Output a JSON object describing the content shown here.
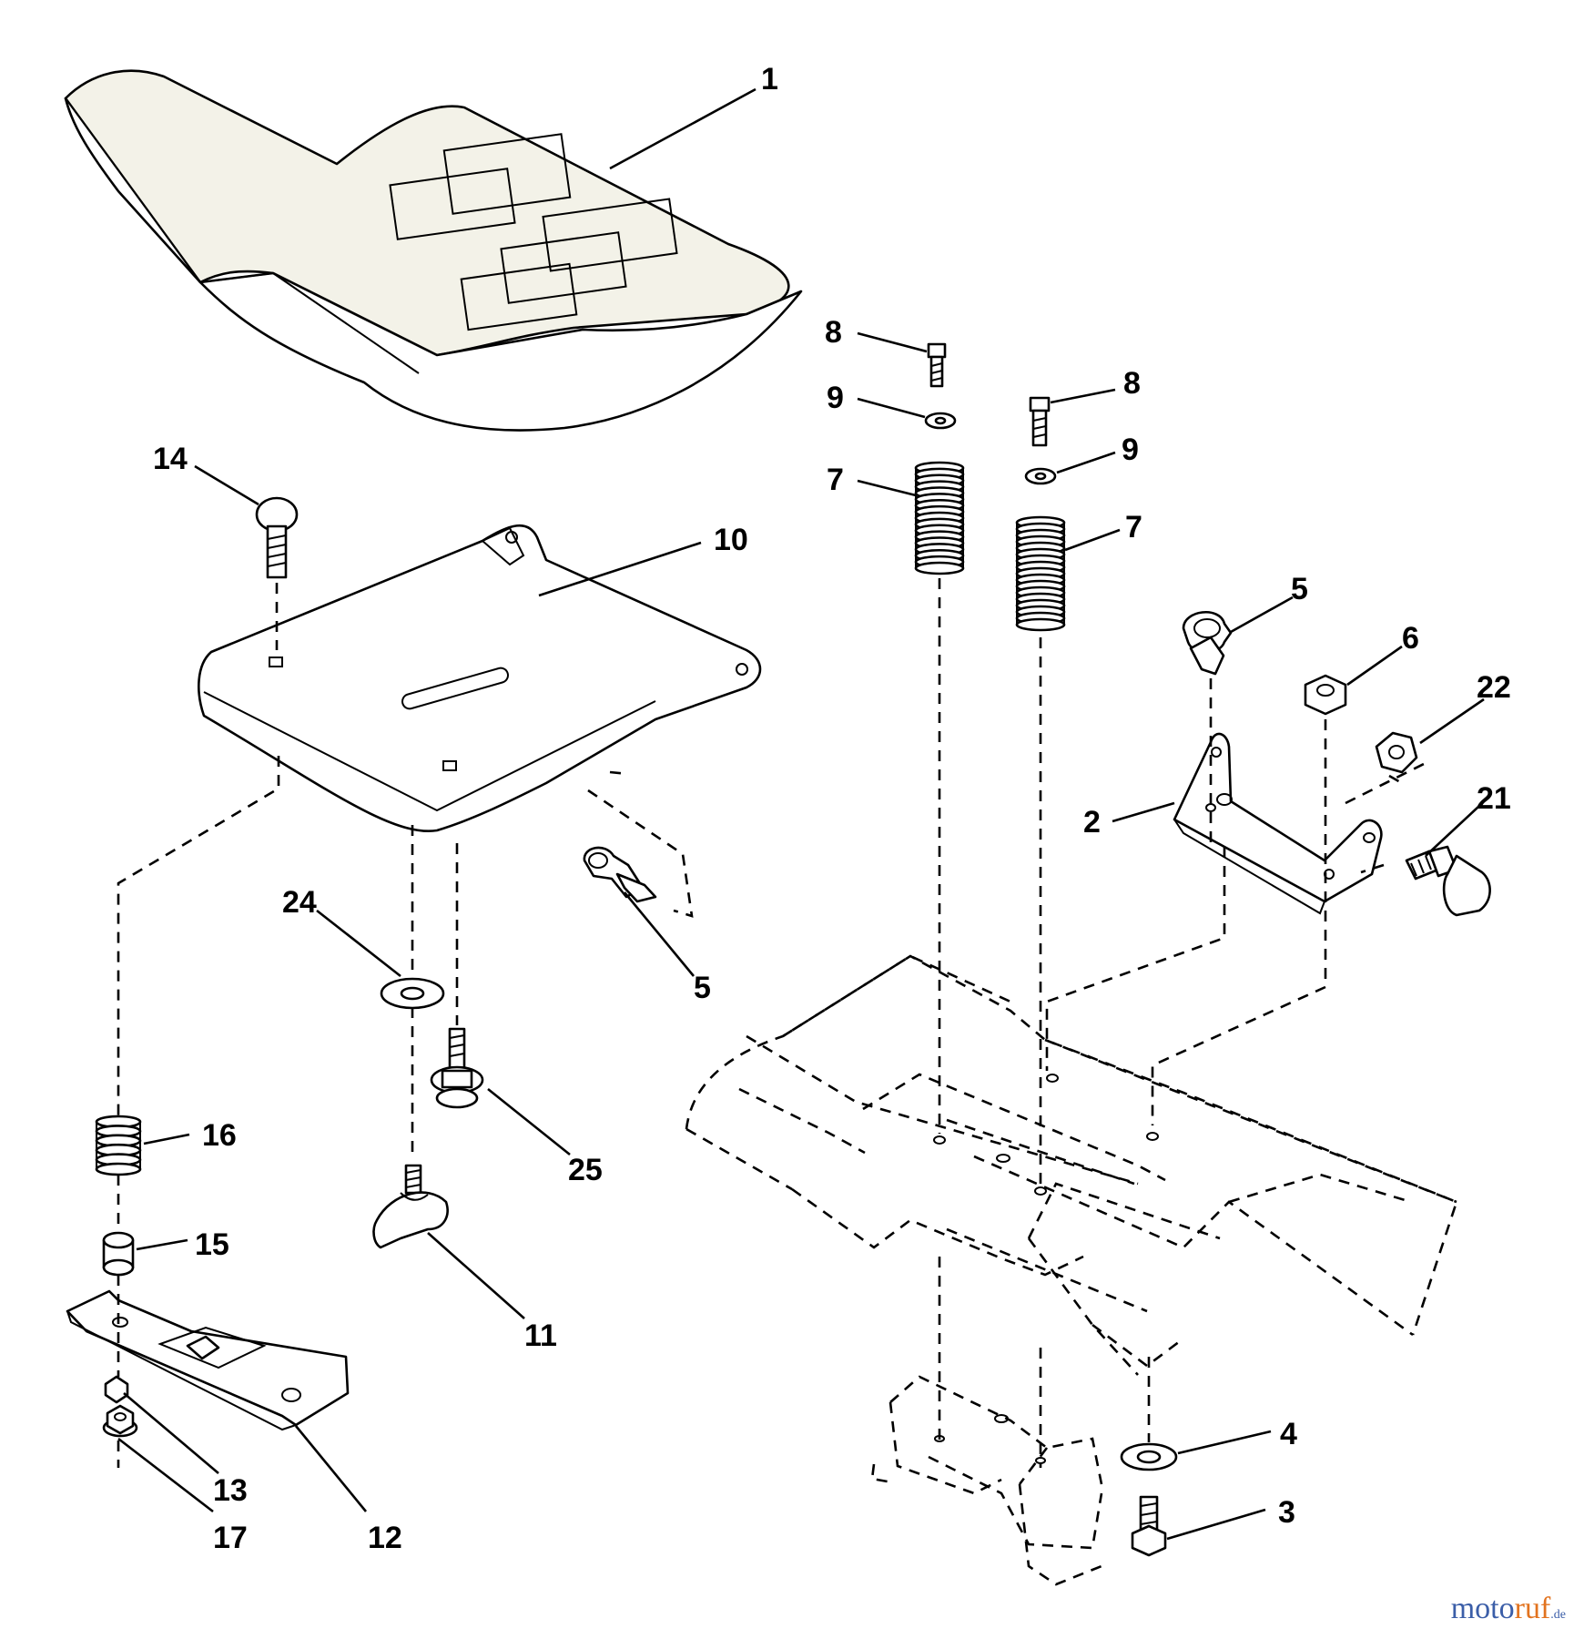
{
  "callouts": {
    "c1": "1",
    "c2": "2",
    "c3": "3",
    "c4": "4",
    "c5a": "5",
    "c5b": "5",
    "c6": "6",
    "c7a": "7",
    "c7b": "7",
    "c8a": "8",
    "c8b": "8",
    "c9a": "9",
    "c9b": "9",
    "c10": "10",
    "c11": "11",
    "c12": "12",
    "c13": "13",
    "c14": "14",
    "c15": "15",
    "c16": "16",
    "c17": "17",
    "c21": "21",
    "c22": "22",
    "c24": "24",
    "c25": "25"
  },
  "watermark": {
    "part1": "moto",
    "part2": "ruf",
    "suffix": ".de"
  },
  "colors": {
    "line": "#000000",
    "seat_fill": "#f3f2e8",
    "wm_blue": "#3b5ea8",
    "wm_orange": "#e2731f"
  }
}
